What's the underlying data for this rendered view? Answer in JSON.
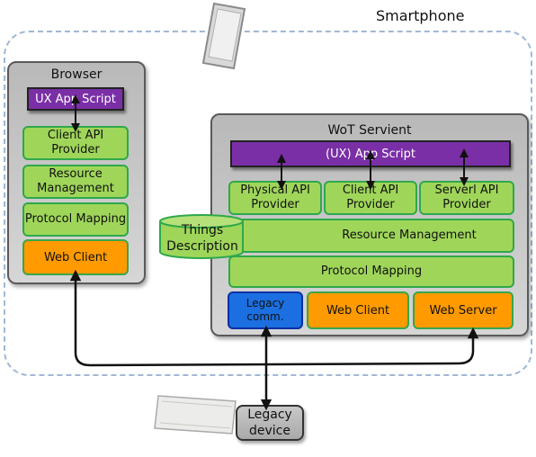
{
  "smartphone": {
    "label": "Smartphone"
  },
  "browser": {
    "title": "Browser",
    "app_script": "UX App Script",
    "blocks": [
      "Client API Provider",
      "Resource Management",
      "Protocol Mapping",
      "Web Client"
    ]
  },
  "servient": {
    "title": "WoT Servient",
    "app_script": "(UX) App Script",
    "providers": [
      "Physical API Provider",
      "Client API Provider",
      "Serverl API Provider"
    ],
    "things_description": "Things Description",
    "resource_management": "Resource Management",
    "protocol_mapping": "Protocol Mapping",
    "legacy_comm": "Legacy comm.",
    "web_client": "Web Client",
    "web_server": "Web Server"
  },
  "legacy_device": {
    "label": "Legacy device"
  },
  "colors": {
    "green": "#9fd65a",
    "green_border": "#2fa84a",
    "orange": "#ff9a00",
    "purple": "#7a2fa6",
    "blue": "#1b6fe0",
    "container": "#c4c4c4",
    "dashed_border": "#9fb8d4"
  },
  "icons": [
    "smartphone-icon",
    "legacy-device-icon",
    "database-cylinder-icon"
  ]
}
